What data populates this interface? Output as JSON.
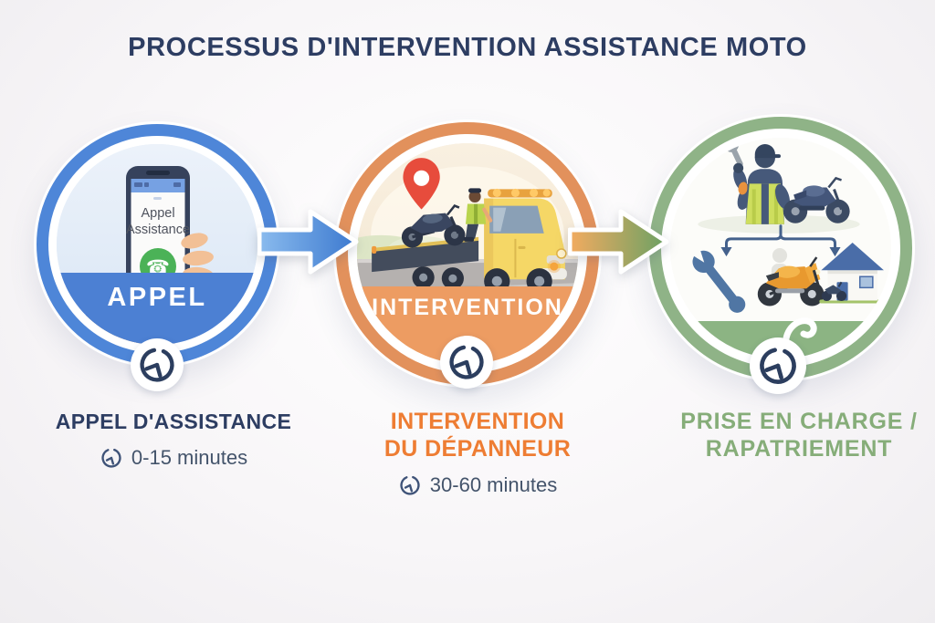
{
  "title": "PROCESSUS D'INTERVENTION ASSISTANCE MOTO",
  "steps": [
    {
      "id": "appel",
      "band_label": "APPEL",
      "heading_lines": [
        "APPEL D'ASSISTANCE"
      ],
      "duration": "0-15 minutes",
      "accent_color": "#4e86d8",
      "phone_screen": {
        "line1": "Appel",
        "line2": "Assistance"
      }
    },
    {
      "id": "intervention",
      "band_label": "INTERVENTION",
      "heading_lines": [
        "INTERVENTION",
        "DU DÉPANNEUR"
      ],
      "duration": "30-60 minutes",
      "accent_color": "#e2915c"
    },
    {
      "id": "prise-en-charge",
      "heading_lines": [
        "PRISE EN CHARGE /",
        "RAPATRIEMENT"
      ],
      "accent_color": "#8fb387"
    }
  ],
  "icons": {
    "call_glyph": "☎"
  },
  "colors": {
    "title_text": "#2d3d62",
    "blue_ring": "#4e86d8",
    "blue_band": "#4c80d3",
    "orange_ring": "#e2915c",
    "orange_band": "#ed9c62",
    "orange_text": "#ee7d33",
    "green_ring": "#8fb387",
    "green_band": "#8cb483",
    "green_text": "#86ad79",
    "navy_clock": "#2c3e5f",
    "call_green": "#4bb257",
    "pin_red": "#e74c3c",
    "truck_yellow": "#f5d766"
  }
}
